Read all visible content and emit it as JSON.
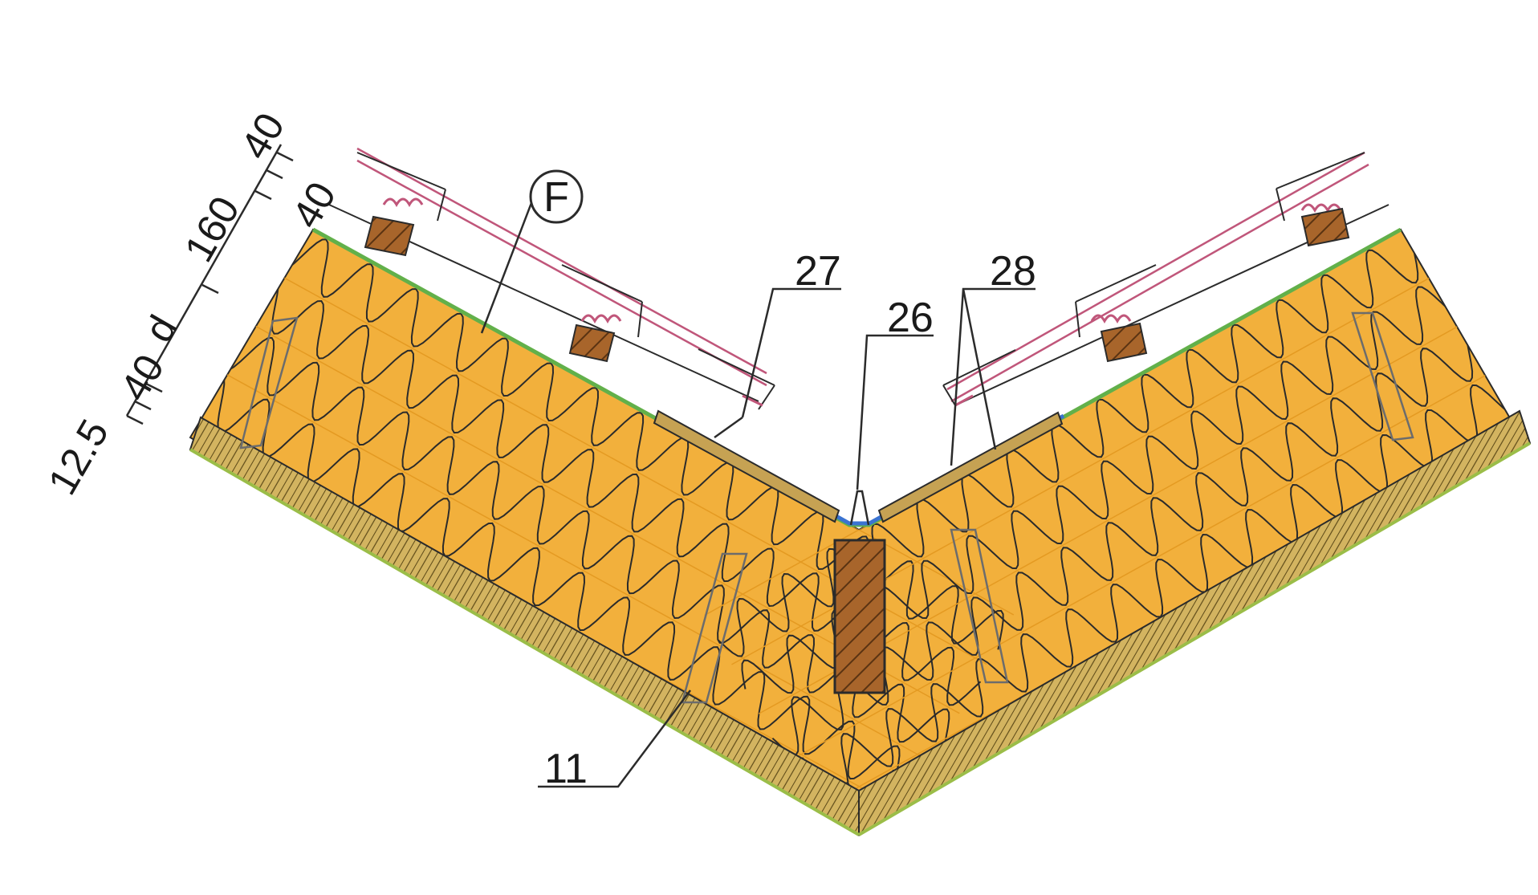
{
  "diagram": {
    "callouts": {
      "f": "F",
      "c27": "27",
      "c26": "26",
      "c28": "28",
      "c11": "11"
    },
    "dimensions": [
      "12.5",
      "40",
      "d",
      "160",
      "40",
      "40"
    ]
  },
  "colors": {
    "insulation": "#f2b03c",
    "insulation_dark": "#e49a22",
    "board": "#d3b460",
    "timber": "#a8652b",
    "membrane_green": "#62b04a",
    "membrane_blue": "#3a73d1",
    "tile_red": "#c0567a",
    "line": "#2b2b2b"
  }
}
